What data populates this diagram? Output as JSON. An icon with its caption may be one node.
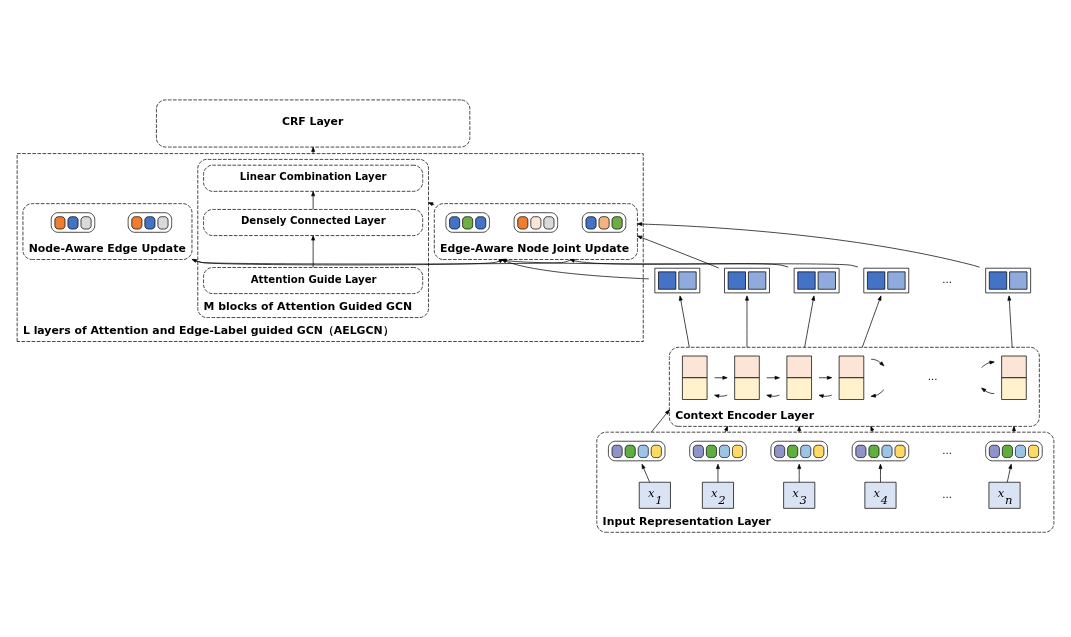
{
  "diagram": {
    "nodes": [
      {
        "text": [
          "CRF Layer"
        ]
      },
      {
        "text": [
          "L layers of Attention and Edge-Label guided GCN（AELGCN）"
        ]
      },
      {
        "text": [
          "M blocks of Attention Guided GCN"
        ],
        "in": 1
      },
      {
        "text": [
          "Linear Combination Layer"
        ],
        "in": 2
      },
      {
        "text": [
          "Densely Connected Layer"
        ],
        "in": 2
      },
      {
        "text": [
          "Attention Guide Layer"
        ],
        "in": 2
      },
      {
        "text": [
          "Edge-Aware Node Joint Update"
        ],
        "in": 1
      },
      {
        "text": [],
        "shape": "picture",
        "in": 6
      },
      {
        "text": [],
        "shape": "picture",
        "in": 6
      },
      {
        "text": [],
        "shape": "picture",
        "in": 6
      },
      {
        "text": [
          "Node-Aware Edge Update"
        ],
        "in": 1
      },
      {
        "text": [],
        "shape": "picture",
        "in": 10
      },
      {
        "text": [],
        "shape": "picture",
        "in": 10
      },
      {
        "text": [],
        "shape": "box"
      },
      {
        "text": [],
        "shape": "box"
      },
      {
        "text": [],
        "shape": "box"
      },
      {
        "text": [],
        "shape": "box"
      },
      {
        "text": [],
        "shape": "box"
      },
      {
        "text": [
          "Context Encoder Layer"
        ]
      },
      {
        "text": [],
        "shape": "box",
        "in": 18
      },
      {
        "text": [],
        "shape": "box",
        "in": 18
      },
      {
        "text": [],
        "shape": "box",
        "in": 18
      },
      {
        "text": [],
        "shape": "box",
        "in": 18
      },
      {
        "text": [],
        "shape": "box",
        "in": 18
      },
      {
        "text": [
          "Input Representation Layer"
        ]
      },
      {
        "text": [],
        "shape": "picture",
        "in": 24
      },
      {
        "text": [],
        "shape": "picture",
        "in": 24
      },
      {
        "text": [],
        "shape": "picture",
        "in": 24
      },
      {
        "text": [],
        "shape": "picture",
        "in": 24
      },
      {
        "text": [],
        "shape": "picture",
        "in": 24
      },
      {
        "text": [
          "x$_{1}$"
        ],
        "in": 24
      },
      {
        "text": [
          "x$_{2}$"
        ],
        "in": 24
      },
      {
        "text": [
          "x$_{3}$"
        ],
        "in": 24
      },
      {
        "text": [
          "x$_{4}$"
        ],
        "in": 24
      },
      {
        "text": [
          "x$_{n}$"
        ],
        "in": 24
      }
    ],
    "edges": [
      {
        "from": 30,
        "to": 25,
        "arrow": "to"
      },
      {
        "from": 31,
        "to": 26,
        "arrow": "to"
      },
      {
        "from": 32,
        "to": 27,
        "arrow": "to"
      },
      {
        "from": 33,
        "to": 28,
        "arrow": "to"
      },
      {
        "from": 34,
        "to": 29,
        "arrow": "to"
      },
      {
        "from": 24,
        "to": 18,
        "arrow": "to"
      },
      {
        "from": 24,
        "to": 18,
        "arrow": "to"
      },
      {
        "from": 24,
        "to": 18,
        "arrow": "to"
      },
      {
        "from": 24,
        "to": 18,
        "arrow": "to"
      },
      {
        "from": 24,
        "to": 18,
        "arrow": "to"
      },
      {
        "from": 19,
        "to": 20,
        "arrow": "to"
      },
      {
        "from": 20,
        "to": 21,
        "arrow": "to"
      },
      {
        "from": 21,
        "to": 22,
        "arrow": "to"
      },
      {
        "from": 22,
        "to": null,
        "arrow": "to"
      },
      {
        "from": null,
        "to": 23,
        "arrow": "to"
      },
      {
        "from": 20,
        "to": 19,
        "arrow": "to"
      },
      {
        "from": 21,
        "to": 20,
        "arrow": "to"
      },
      {
        "from": 22,
        "to": 21,
        "arrow": "to"
      },
      {
        "from": null,
        "to": 22,
        "arrow": "to"
      },
      {
        "from": 23,
        "to": null,
        "arrow": "to"
      },
      {
        "from": 18,
        "to": 13,
        "arrow": "to"
      },
      {
        "from": 18,
        "to": 14,
        "arrow": "to"
      },
      {
        "from": 18,
        "to": 15,
        "arrow": "to"
      },
      {
        "from": 18,
        "to": 16,
        "arrow": "to"
      },
      {
        "from": 18,
        "to": 17,
        "arrow": "to"
      },
      {
        "from": 13,
        "to": 6,
        "arrow": "to"
      },
      {
        "from": 14,
        "to": 6,
        "arrow": "to"
      },
      {
        "from": 15,
        "to": 6,
        "arrow": "to"
      },
      {
        "from": 16,
        "to": 6,
        "arrow": "to"
      },
      {
        "from": 17,
        "to": 6,
        "arrow": "to"
      },
      {
        "from": 1,
        "to": 0,
        "arrow": "to"
      },
      {
        "from": 5,
        "to": 4,
        "arrow": "to"
      },
      {
        "from": 4,
        "to": 3,
        "arrow": "to"
      },
      {
        "from": 6,
        "to": 2,
        "arrow": "to"
      },
      {
        "from": 6,
        "to": 10,
        "arrow": "to"
      },
      {
        "from": 10,
        "to": 6,
        "arrow": "to"
      }
    ],
    "labels": [
      "...",
      "...",
      "...",
      "..."
    ]
  }
}
